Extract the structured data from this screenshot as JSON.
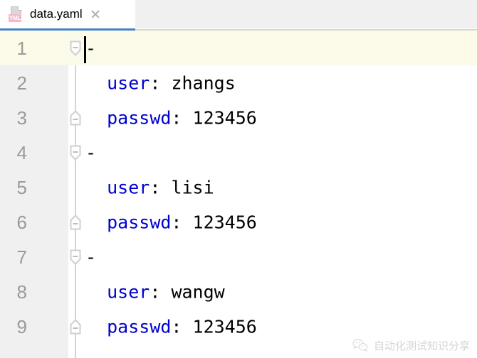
{
  "window": {
    "app": "code-editor",
    "accent_color": "#4682c8",
    "current_line_highlight": "#fcfbe9",
    "gutter_color": "#f0f0f0"
  },
  "tab_bar": {
    "tabs": [
      {
        "label": "data.yaml",
        "icon": "yml-file-icon",
        "icon_badge": "YML",
        "badge_color": "#f6b8c4",
        "close_icon": "close-icon",
        "active": true
      }
    ]
  },
  "editor": {
    "language": "yaml",
    "caret_line": 1,
    "caret_column": 1,
    "key_color": "#0000d0",
    "value_color": "#000000",
    "lines": [
      {
        "number": "1",
        "current": true,
        "fold": "collapse-down",
        "caret": true,
        "tokens": [
          {
            "text": "-",
            "cls": "v"
          }
        ]
      },
      {
        "number": "2",
        "current": false,
        "fold": "none",
        "caret": false,
        "tokens": [
          {
            "text": "  ",
            "cls": "p"
          },
          {
            "text": "user",
            "cls": "k"
          },
          {
            "text": ": ",
            "cls": "p"
          },
          {
            "text": "zhangs",
            "cls": "v"
          }
        ]
      },
      {
        "number": "3",
        "current": false,
        "fold": "collapse-up",
        "caret": false,
        "tokens": [
          {
            "text": "  ",
            "cls": "p"
          },
          {
            "text": "passwd",
            "cls": "k"
          },
          {
            "text": ": ",
            "cls": "p"
          },
          {
            "text": "123456",
            "cls": "v"
          }
        ]
      },
      {
        "number": "4",
        "current": false,
        "fold": "collapse-down",
        "caret": false,
        "tokens": [
          {
            "text": "-",
            "cls": "v"
          }
        ]
      },
      {
        "number": "5",
        "current": false,
        "fold": "none",
        "caret": false,
        "tokens": [
          {
            "text": "  ",
            "cls": "p"
          },
          {
            "text": "user",
            "cls": "k"
          },
          {
            "text": ": ",
            "cls": "p"
          },
          {
            "text": "lisi",
            "cls": "v"
          }
        ]
      },
      {
        "number": "6",
        "current": false,
        "fold": "collapse-up",
        "caret": false,
        "tokens": [
          {
            "text": "  ",
            "cls": "p"
          },
          {
            "text": "passwd",
            "cls": "k"
          },
          {
            "text": ": ",
            "cls": "p"
          },
          {
            "text": "123456",
            "cls": "v"
          }
        ]
      },
      {
        "number": "7",
        "current": false,
        "fold": "collapse-down",
        "caret": false,
        "tokens": [
          {
            "text": "-",
            "cls": "v"
          }
        ]
      },
      {
        "number": "8",
        "current": false,
        "fold": "none",
        "caret": false,
        "tokens": [
          {
            "text": "  ",
            "cls": "p"
          },
          {
            "text": "user",
            "cls": "k"
          },
          {
            "text": ": ",
            "cls": "p"
          },
          {
            "text": "wangw",
            "cls": "v"
          }
        ]
      },
      {
        "number": "9",
        "current": false,
        "fold": "collapse-up",
        "caret": false,
        "tokens": [
          {
            "text": "  ",
            "cls": "p"
          },
          {
            "text": "passwd",
            "cls": "k"
          },
          {
            "text": ": ",
            "cls": "p"
          },
          {
            "text": "123456",
            "cls": "v"
          }
        ]
      }
    ]
  },
  "watermark": {
    "icon": "wechat-logo-icon",
    "text": "自动化测试知识分享"
  }
}
